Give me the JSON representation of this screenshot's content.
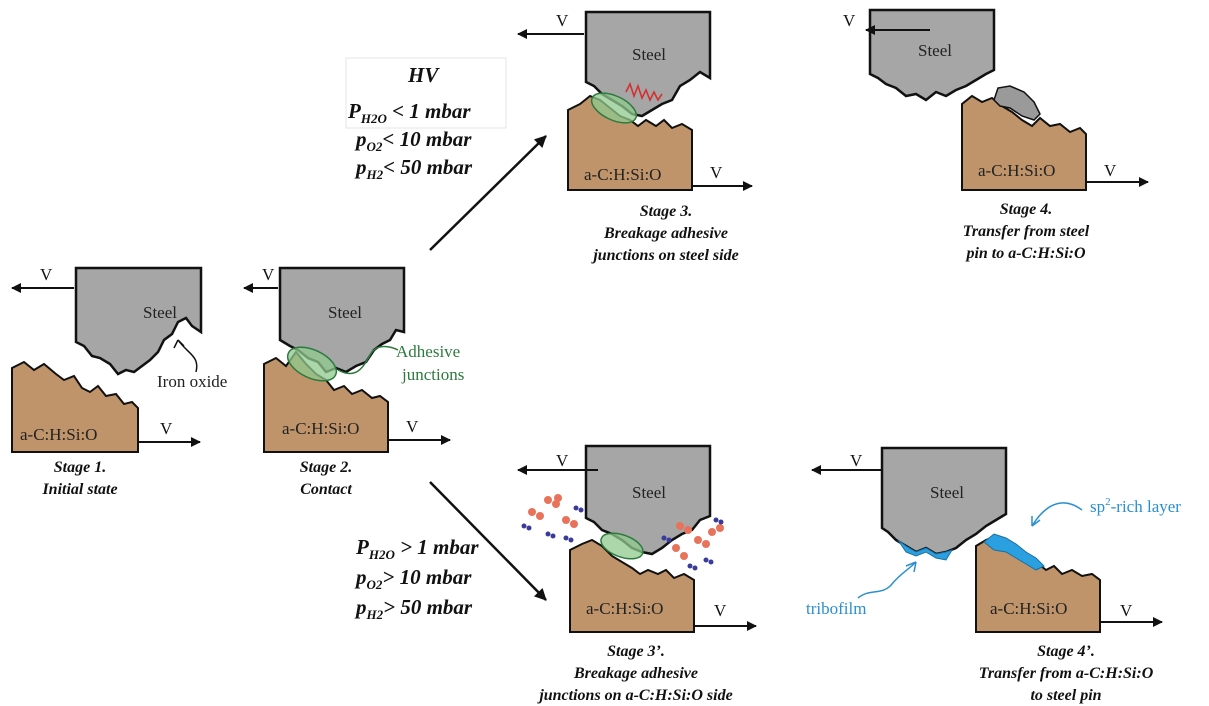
{
  "colors": {
    "steel": "#a6a6a6",
    "substrate": "#bf946a",
    "outline": "#111111",
    "junction_green": "#2d7a3e",
    "junction_fill": "#8fc98f",
    "sp2_blue": "#2a8fcf",
    "tribofilm_blue": "#2aa0e0",
    "red_debris": "#d43030",
    "molecule_red": "#e8735a",
    "molecule_blue": "#3a3a9a"
  },
  "labels": {
    "steel": "Steel",
    "substrate": "a-C:H:Si:O",
    "velocity": "V",
    "iron_oxide": "Iron oxide",
    "adhesive_junctions_1": "Adhesive",
    "adhesive_junctions_2": "junctions",
    "sp2_layer_prefix": "sp",
    "sp2_layer_sup": "2",
    "sp2_layer_suffix": "-rich layer",
    "tribofilm": "tribofilm"
  },
  "stages": {
    "s1": {
      "title": "Stage 1.",
      "sub1": "Initial state"
    },
    "s2": {
      "title": "Stage 2.",
      "sub1": "Contact"
    },
    "s3": {
      "title": "Stage 3.",
      "sub1": "Breakage adhesive",
      "sub2": "junctions on steel side"
    },
    "s4": {
      "title": "Stage 4.",
      "sub1": "Transfer from steel",
      "sub2": "pin to a-C:H:Si:O"
    },
    "s3p": {
      "title": "Stage 3’.",
      "sub1": "Breakage adhesive",
      "sub2": "junctions on a-C:H:Si:O side"
    },
    "s4p": {
      "title": "Stage 4’.",
      "sub1": "Transfer from a-C:H:Si:O",
      "sub2": "to steel pin"
    }
  },
  "conditions_hv": {
    "title": "HV",
    "line1_main": "P",
    "line1_sub": "H2O",
    "line1_rest": " < 1 mbar",
    "line2_main": "p",
    "line2_sub": "O2",
    "line2_rest": "< 10 mbar",
    "line3_main": "p",
    "line3_sub": "H2",
    "line3_rest": "< 50 mbar"
  },
  "conditions_high": {
    "line1_main": "P",
    "line1_sub": "H2O",
    "line1_rest": " > 1 mbar",
    "line2_main": "p",
    "line2_sub": "O2",
    "line2_rest": "> 10 mbar",
    "line3_main": "p",
    "line3_sub": "H2",
    "line3_rest": "> 50 mbar"
  }
}
